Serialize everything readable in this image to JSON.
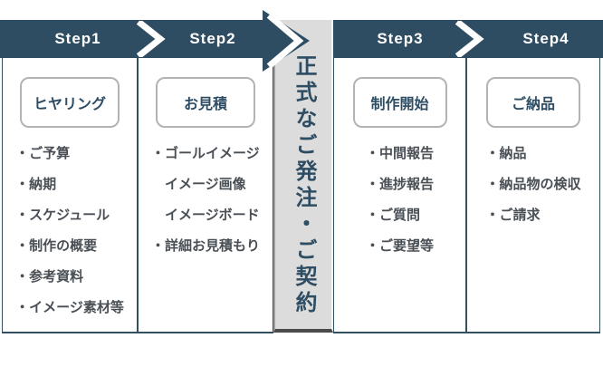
{
  "banner": {
    "text": "正式なご発注・ご契約"
  },
  "icons": {
    "step_separator": "chevron-right"
  },
  "colors": {
    "band": "#2e4d63",
    "step_label_text": "#ffffff",
    "column_border": "#32505f",
    "box_border": "#b3b3b3",
    "box_text": "#2e4d63",
    "list_text": "#494f55",
    "banner_bg": "#dcdcdc",
    "banner_shadow": "#4b4b4b",
    "banner_text": "#2e4d63"
  },
  "steps": [
    {
      "label": "Step1",
      "box": "ヒヤリング",
      "items": [
        {
          "bullet": "・",
          "text": "ご予算"
        },
        {
          "bullet": "・",
          "text": "納期"
        },
        {
          "bullet": "・",
          "text": "スケジュール"
        },
        {
          "bullet": "・",
          "text": "制作の概要"
        },
        {
          "bullet": "・",
          "text": "参考資料"
        },
        {
          "bullet": "・",
          "text": "イメージ素材等"
        }
      ]
    },
    {
      "label": "Step2",
      "box": "お見積",
      "items": [
        {
          "bullet": "・",
          "text": "ゴールイメージ"
        },
        {
          "bullet": "",
          "text": "イメージ画像"
        },
        {
          "bullet": "",
          "text": "イメージボード"
        },
        {
          "bullet": "・",
          "text": "詳細お見積もり"
        }
      ]
    },
    {
      "label": "Step3",
      "box": "制作開始",
      "items": [
        {
          "bullet": "・",
          "text": "中間報告"
        },
        {
          "bullet": "・",
          "text": "進捗報告"
        },
        {
          "bullet": "・",
          "text": "ご質問"
        },
        {
          "bullet": "・",
          "text": "ご要望等"
        }
      ]
    },
    {
      "label": "Step4",
      "box": "ご納品",
      "items": [
        {
          "bullet": "・",
          "text": "納品"
        },
        {
          "bullet": "・",
          "text": "納品物の検収"
        },
        {
          "bullet": "・",
          "text": "ご請求"
        }
      ]
    }
  ]
}
